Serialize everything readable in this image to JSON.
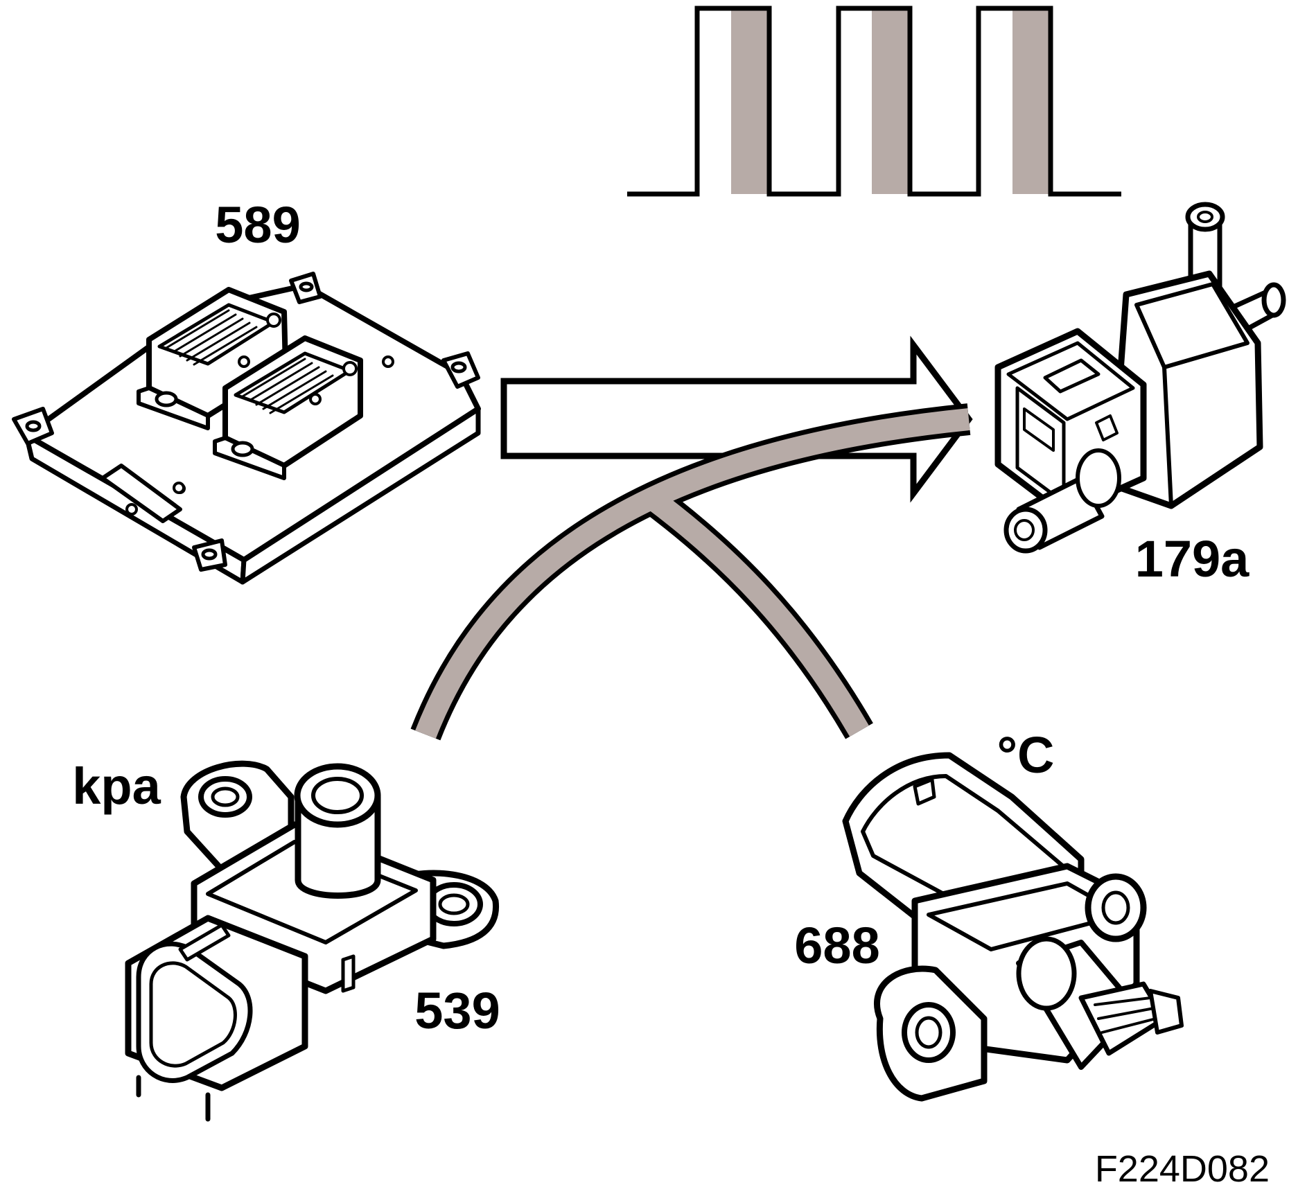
{
  "colors": {
    "line": "#000000",
    "flow_fill": "#b7aba7",
    "arrow_fill": "#ffffff",
    "background": "#ffffff"
  },
  "labels": {
    "ecu": "589",
    "valve": "179a",
    "pressure_unit": "kpa",
    "pressure_sensor": "539",
    "temp_unit": "°C",
    "temp_sensor": "688"
  },
  "figure_code": "F224D082"
}
